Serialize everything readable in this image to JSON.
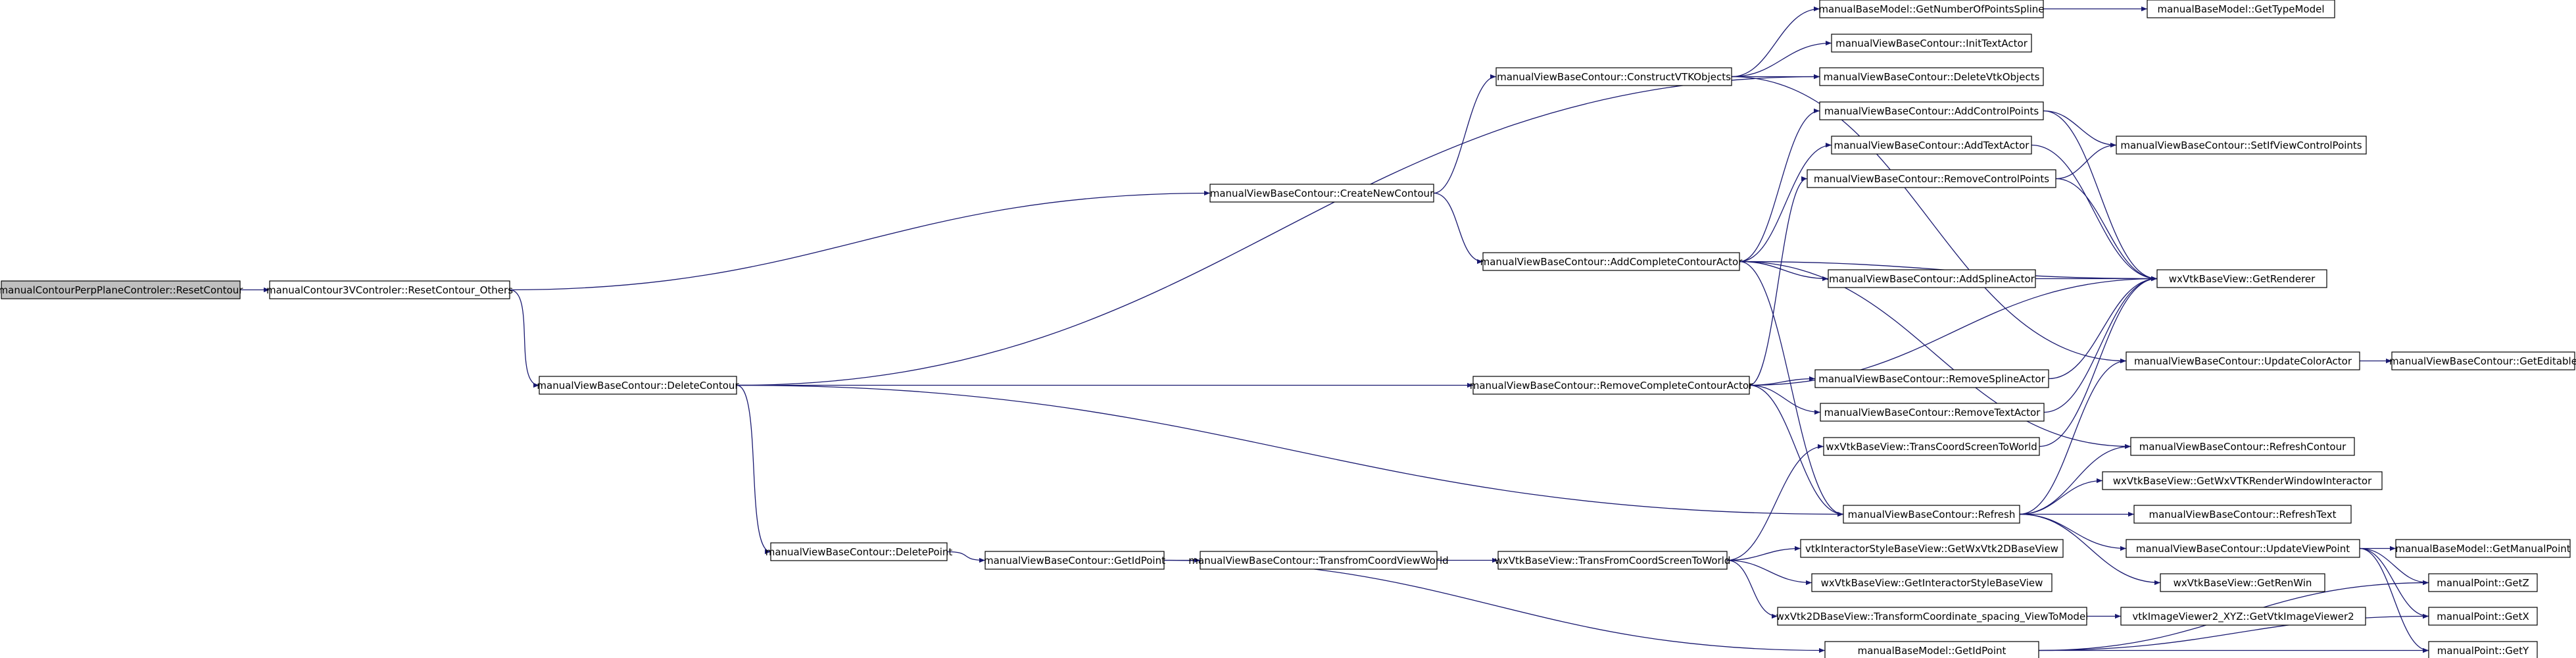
{
  "colors": {
    "edge": "#191970",
    "node_border": "#000000",
    "root_fill": "#bfbfbf",
    "node_fill": "#ffffff"
  },
  "nodes": [
    {
      "id": "n0",
      "label": "manualContourPerpPlaneControler::ResetContour",
      "root": true
    },
    {
      "id": "n1",
      "label": "manualContour3VControler::ResetContour_Others"
    },
    {
      "id": "n2",
      "label": "manualViewBaseContour::CreateNewContour"
    },
    {
      "id": "n3",
      "label": "manualViewBaseContour::DeleteContour"
    },
    {
      "id": "n4",
      "label": "manualViewBaseContour::ConstructVTKObjects"
    },
    {
      "id": "n5",
      "label": "manualViewBaseContour::AddCompleteContourActor"
    },
    {
      "id": "n6",
      "label": "manualViewBaseContour::RemoveCompleteContourActor"
    },
    {
      "id": "n7",
      "label": "manualViewBaseContour::DeletePoint"
    },
    {
      "id": "n8",
      "label": "manualViewBaseContour::GetIdPoint"
    },
    {
      "id": "n9",
      "label": "manualViewBaseContour::TransfromCoordViewWorld"
    },
    {
      "id": "n10",
      "label": "wxVtkBaseView::TransFromCoordScreenToWorld"
    },
    {
      "id": "n11",
      "label": "manualBaseModel::GetNumberOfPointsSpline"
    },
    {
      "id": "n12",
      "label": "manualViewBaseContour::InitTextActor"
    },
    {
      "id": "n13",
      "label": "manualViewBaseContour::DeleteVtkObjects"
    },
    {
      "id": "n14",
      "label": "manualViewBaseContour::AddControlPoints"
    },
    {
      "id": "n15",
      "label": "manualViewBaseContour::AddTextActor"
    },
    {
      "id": "n16",
      "label": "manualViewBaseContour::RemoveControlPoints"
    },
    {
      "id": "n17",
      "label": "manualViewBaseContour::AddSplineActor"
    },
    {
      "id": "n18",
      "label": "manualViewBaseContour::RemoveSplineActor"
    },
    {
      "id": "n19",
      "label": "manualViewBaseContour::RemoveTextActor"
    },
    {
      "id": "n20",
      "label": "wxVtkBaseView::TransCoordScreenToWorld"
    },
    {
      "id": "n21",
      "label": "manualViewBaseContour::Refresh"
    },
    {
      "id": "n22",
      "label": "vtkInteractorStyleBaseView::GetWxVtk2DBaseView"
    },
    {
      "id": "n23",
      "label": "wxVtkBaseView::GetInteractorStyleBaseView"
    },
    {
      "id": "n24",
      "label": "wxVtk2DBaseView::TransformCoordinate_spacing_ViewToModel"
    },
    {
      "id": "n25",
      "label": "manualBaseModel::GetIdPoint"
    },
    {
      "id": "n26",
      "label": "manualBaseModel::GetTypeModel"
    },
    {
      "id": "n27",
      "label": "manualViewBaseContour::SetIfViewControlPoints"
    },
    {
      "id": "n28",
      "label": "wxVtkBaseView::GetRenderer"
    },
    {
      "id": "n29",
      "label": "manualViewBaseContour::UpdateColorActor"
    },
    {
      "id": "n30",
      "label": "manualViewBaseContour::RefreshContour"
    },
    {
      "id": "n31",
      "label": "wxVtkBaseView::GetWxVTKRenderWindowInteractor"
    },
    {
      "id": "n32",
      "label": "manualViewBaseContour::RefreshText"
    },
    {
      "id": "n33",
      "label": "manualViewBaseContour::UpdateViewPoint"
    },
    {
      "id": "n34",
      "label": "wxVtkBaseView::GetRenWin"
    },
    {
      "id": "n35",
      "label": "vtkImageViewer2_XYZ::GetVtkImageViewer2"
    },
    {
      "id": "n36",
      "label": "manualViewBaseContour::GetEditable"
    },
    {
      "id": "n37",
      "label": "manualBaseModel::GetManualPoint"
    },
    {
      "id": "n38",
      "label": "manualPoint::GetZ"
    },
    {
      "id": "n39",
      "label": "manualPoint::GetX"
    },
    {
      "id": "n40",
      "label": "manualPoint::GetY"
    }
  ],
  "edges": [
    [
      "n0",
      "n1"
    ],
    [
      "n1",
      "n2"
    ],
    [
      "n1",
      "n3"
    ],
    [
      "n2",
      "n4"
    ],
    [
      "n2",
      "n5"
    ],
    [
      "n3",
      "n13"
    ],
    [
      "n3",
      "n6"
    ],
    [
      "n3",
      "n7"
    ],
    [
      "n3",
      "n21"
    ],
    [
      "n4",
      "n11"
    ],
    [
      "n4",
      "n12"
    ],
    [
      "n4",
      "n13"
    ],
    [
      "n4",
      "n29"
    ],
    [
      "n5",
      "n14"
    ],
    [
      "n5",
      "n15"
    ],
    [
      "n5",
      "n17"
    ],
    [
      "n5",
      "n28"
    ],
    [
      "n5",
      "n30"
    ],
    [
      "n5",
      "n21"
    ],
    [
      "n6",
      "n16"
    ],
    [
      "n6",
      "n18"
    ],
    [
      "n6",
      "n19"
    ],
    [
      "n6",
      "n28"
    ],
    [
      "n6",
      "n21"
    ],
    [
      "n7",
      "n8"
    ],
    [
      "n8",
      "n9"
    ],
    [
      "n8",
      "n25"
    ],
    [
      "n9",
      "n10"
    ],
    [
      "n10",
      "n20"
    ],
    [
      "n10",
      "n22"
    ],
    [
      "n10",
      "n23"
    ],
    [
      "n10",
      "n24"
    ],
    [
      "n11",
      "n26"
    ],
    [
      "n14",
      "n27"
    ],
    [
      "n14",
      "n28"
    ],
    [
      "n15",
      "n28"
    ],
    [
      "n16",
      "n27"
    ],
    [
      "n16",
      "n28"
    ],
    [
      "n17",
      "n28"
    ],
    [
      "n18",
      "n28"
    ],
    [
      "n19",
      "n28"
    ],
    [
      "n20",
      "n28"
    ],
    [
      "n21",
      "n29"
    ],
    [
      "n21",
      "n30"
    ],
    [
      "n21",
      "n31"
    ],
    [
      "n21",
      "n32"
    ],
    [
      "n21",
      "n33"
    ],
    [
      "n21",
      "n34"
    ],
    [
      "n24",
      "n35"
    ],
    [
      "n25",
      "n38"
    ],
    [
      "n25",
      "n39"
    ],
    [
      "n25",
      "n40"
    ],
    [
      "n29",
      "n36"
    ],
    [
      "n33",
      "n37"
    ],
    [
      "n33",
      "n38"
    ],
    [
      "n33",
      "n39"
    ],
    [
      "n33",
      "n40"
    ]
  ]
}
